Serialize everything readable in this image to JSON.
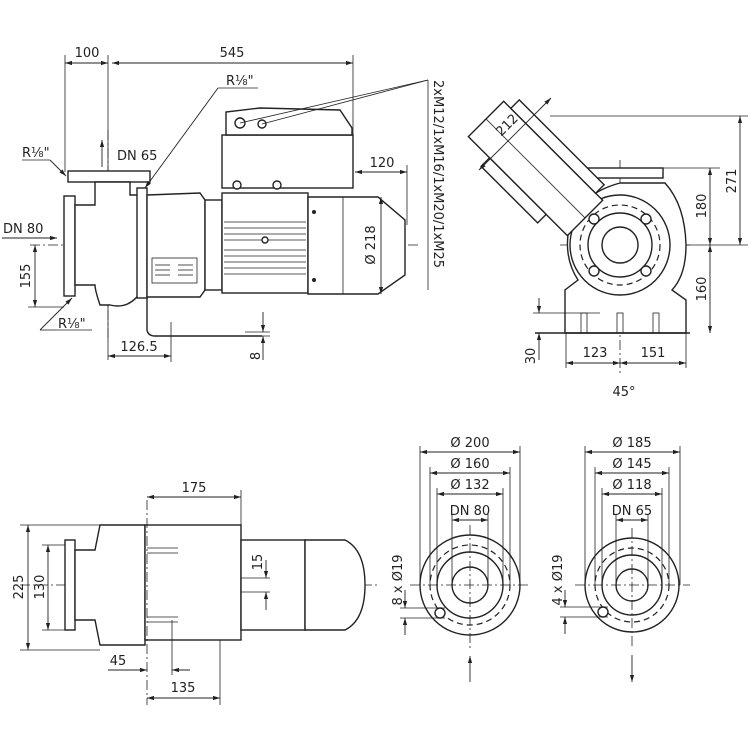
{
  "front_view": {
    "dim_100": "100",
    "dim_545": "545",
    "thread_top": "R⅛\"",
    "thread_left": "R⅛\"",
    "thread_bottom": "R⅛\"",
    "outlet": "DN 65",
    "inlet": "DN 80",
    "dim_155": "155",
    "dim_126_5": "126.5",
    "dim_8": "8",
    "dim_120": "120",
    "dim_218": "Ø 218",
    "cable_glands": "2xM12/1xM16/1xM20/1xM25"
  },
  "side_view": {
    "dim_212": "212",
    "dim_271": "271",
    "dim_180": "180",
    "dim_160": "160",
    "dim_30": "30",
    "dim_123": "123",
    "dim_151": "151",
    "angle": "45°"
  },
  "top_view": {
    "dim_175": "175",
    "dim_225": "225",
    "dim_130": "130",
    "dim_15": "15",
    "dim_45": "45",
    "dim_135": "135"
  },
  "inlet_flange": {
    "outer": "Ø 200",
    "bolt_circle": "Ø 160",
    "raised_face": "Ø 132",
    "nominal": "DN 80",
    "holes": "8 x Ø19"
  },
  "outlet_flange": {
    "outer": "Ø 185",
    "bolt_circle": "Ø 145",
    "raised_face": "Ø 118",
    "nominal": "DN 65",
    "holes": "4 x Ø19"
  }
}
